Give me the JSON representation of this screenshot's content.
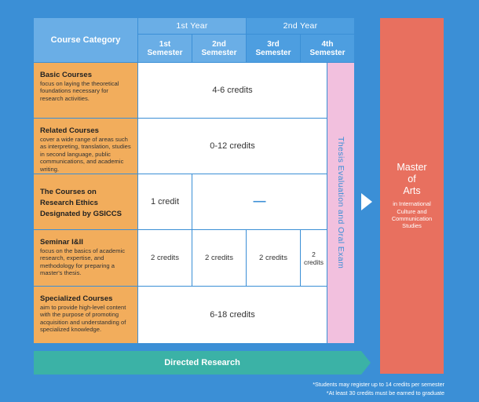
{
  "header": {
    "course_category": "Course Category",
    "years": [
      "1st Year",
      "2nd Year"
    ],
    "semesters": [
      "1st\nSemester",
      "2nd\nSemester",
      "3rd\nSemester",
      "4th\nSemester"
    ]
  },
  "rows": [
    {
      "title": "Basic Courses",
      "desc": "focus on laying the theoretical foundations necessary for research activities.",
      "credits": "4-6 credits"
    },
    {
      "title": "Related Courses",
      "desc": "cover a wide range of areas such as interpreting, translation, studies in second language, public communications, and academic writing.",
      "credits": "0-12 credits"
    },
    {
      "title": "The Courses on Research Ethics Designated by GSICCS",
      "desc": "",
      "credits": "1 credit",
      "dash": "—"
    },
    {
      "title": "Seminar I&II",
      "desc": "focus on the basics of academic research, expertise, and methodology for preparing a master's thesis.",
      "credits": [
        "2 credits",
        "2 credits",
        "2 credits",
        "2\ncredits"
      ]
    },
    {
      "title": "Specialized Courses",
      "desc": "aim to provide high-level content with the purpose of promoting acquisition and understanding of specialized knowledge.",
      "credits": "6-18 credits"
    }
  ],
  "thesis": "Thesis Evaluation and Oral Exam",
  "master": {
    "line1": "Master",
    "line2": "of",
    "line3": "Arts",
    "subtitle": "in International Culture and Communication Studies"
  },
  "directed_research": "Directed Research",
  "notes": [
    "*Students may register up to 14 credits per semester",
    "*At least 30 credits must be earned to graduate"
  ],
  "colors": {
    "background": "#3b8fd6",
    "header_light": "#6aaee6",
    "header_dark": "#4d9ee0",
    "category": "#f2ad5c",
    "thesis": "#f2c0de",
    "master": "#e8705f",
    "directed": "#3bb2a6"
  }
}
